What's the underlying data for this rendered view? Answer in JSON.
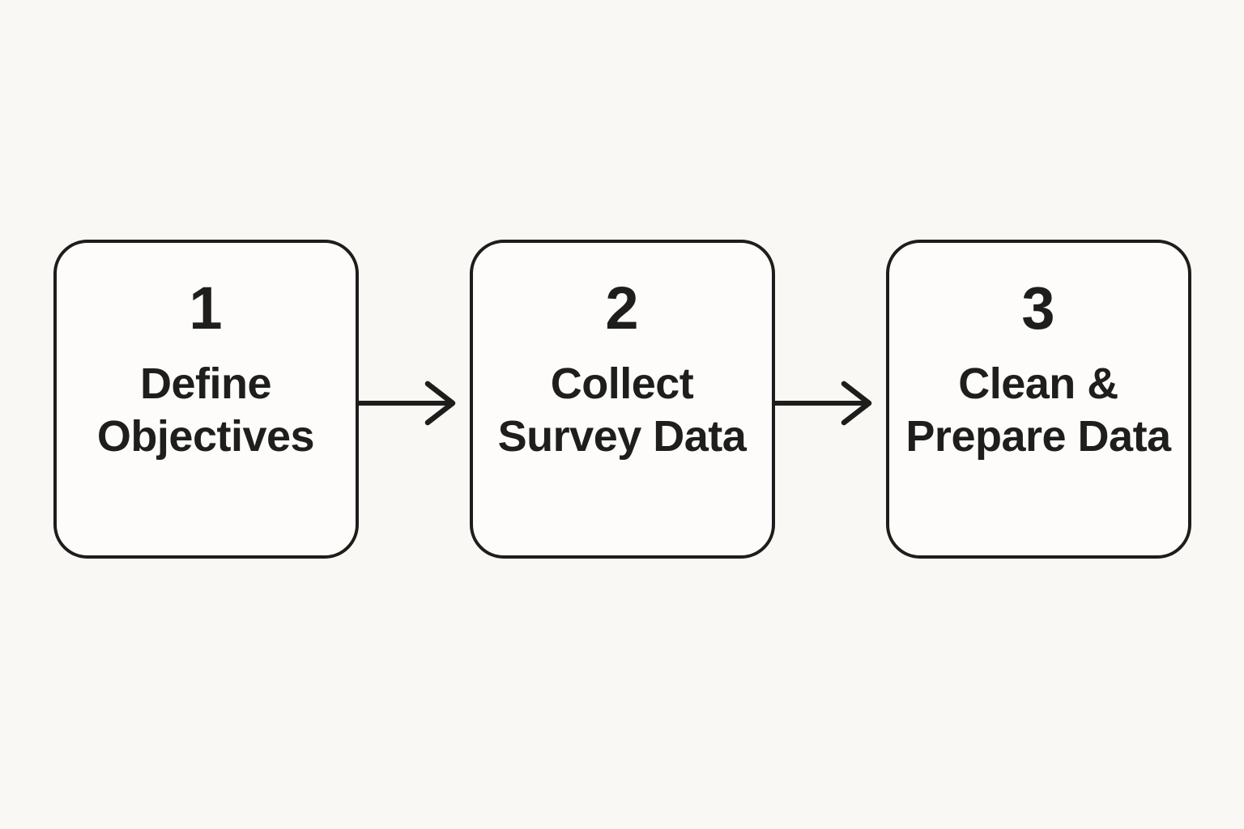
{
  "diagram": {
    "type": "flowchart",
    "direction": "left-to-right",
    "steps": [
      {
        "number": "1",
        "label": "Define\nObjectives"
      },
      {
        "number": "2",
        "label": "Collect\nSurvey Data"
      },
      {
        "number": "3",
        "label": "Clean &\nPrepare Data"
      }
    ],
    "connectors": [
      {
        "from": "1",
        "to": "2",
        "style": "arrow-right"
      },
      {
        "from": "2",
        "to": "3",
        "style": "arrow-right"
      }
    ],
    "colors": {
      "background": "#faf8f5",
      "box_background": "#fdfcfa",
      "border": "#1d1d1b",
      "text": "#1e1e1c"
    }
  }
}
